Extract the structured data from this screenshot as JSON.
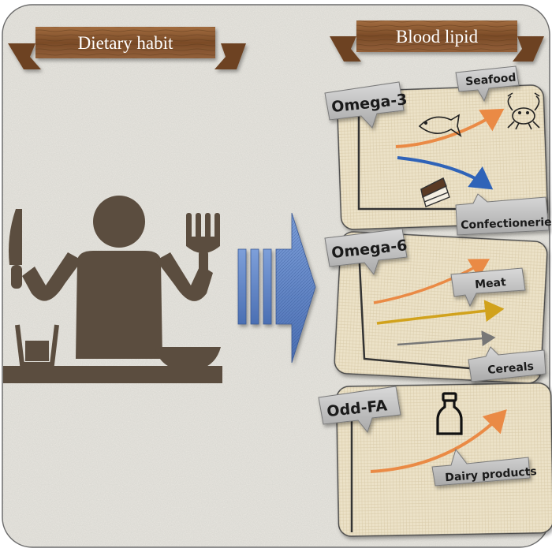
{
  "banners": {
    "left": "Dietary habit",
    "right": "Blood lipid"
  },
  "panels": [
    {
      "tag": "Omega-3",
      "callouts": [
        "Seafood",
        "Confectioneries"
      ],
      "icons": [
        "fish-icon",
        "crab-icon",
        "cake-icon"
      ]
    },
    {
      "tag": "Omega-6",
      "callouts": [
        "Meat",
        "Cereals"
      ],
      "icons": []
    },
    {
      "tag": "Odd-FA",
      "callouts": [
        "Dairy products"
      ],
      "icons": [
        "milk-bottle-icon"
      ]
    }
  ],
  "person": {
    "icons": [
      "knife-icon",
      "fork-icon",
      "glass-icon",
      "bowl-icon",
      "person-icon"
    ]
  },
  "colors": {
    "background": "#e9e7e0",
    "figure": "#5b4d3f",
    "wood": "#8a5a33",
    "panel": "#ece2c8",
    "tag": "#b8b8b8",
    "arrow_blue": "#5d7fc0",
    "trend_orange": "#ea8a45",
    "trend_blue": "#2f63b8",
    "trend_gold": "#d1a21c",
    "trend_gray": "#777777"
  }
}
